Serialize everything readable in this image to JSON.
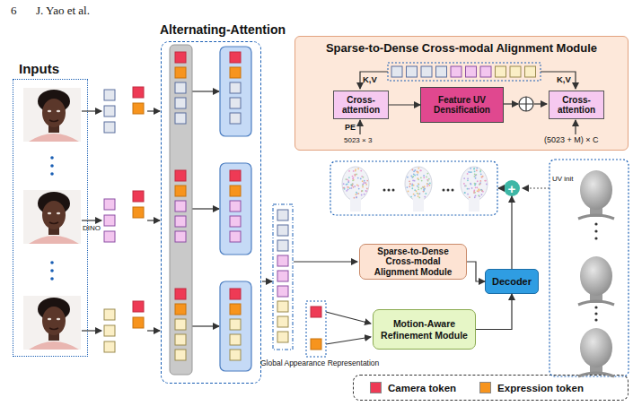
{
  "diagram": {
    "nodes": [
      {
        "text": [
          "Inputs"
        ]
      },
      {
        "text": [
          "Alternating-Attention"
        ]
      },
      {
        "text": [
          "Sparse-to-Dense Cross-modal Alignment Module"
        ]
      },
      {
        "text": [
          "Cross-attention"
        ],
        "in": 2
      },
      {
        "text": [
          "Feature UV Densification"
        ],
        "in": 2
      },
      {
        "text": [
          "Cross-attention"
        ],
        "in": 2
      },
      {
        "text": [
          "Sparse-to-Dense Cross-modal Alignment Module"
        ]
      },
      {
        "text": [
          "Motion-Aware Refinement Module"
        ]
      },
      {
        "text": [
          "Decoder"
        ]
      },
      {
        "text": [
          "+"
        ]
      }
    ],
    "edges": [
      {
        "from": 3,
        "to": 4,
        "arrow": "to"
      },
      {
        "from": 6,
        "to": 8,
        "arrow": "to"
      },
      {
        "from": 7,
        "to": 8,
        "arrow": "to"
      },
      {
        "from": 8,
        "to": 9,
        "arrow": "to"
      }
    ],
    "labels": [
      "6",
      "J. Yao et al.",
      "K,V",
      "K,V",
      "PE",
      "5023 × 3",
      "(5023 + M) × C",
      "DINO",
      "Global Appearance Representation",
      "UV init"
    ],
    "legend": [
      {
        "text": "Camera token",
        "color": "#ee3a55"
      },
      {
        "text": "Expression token",
        "color": "#f7941d"
      }
    ]
  }
}
